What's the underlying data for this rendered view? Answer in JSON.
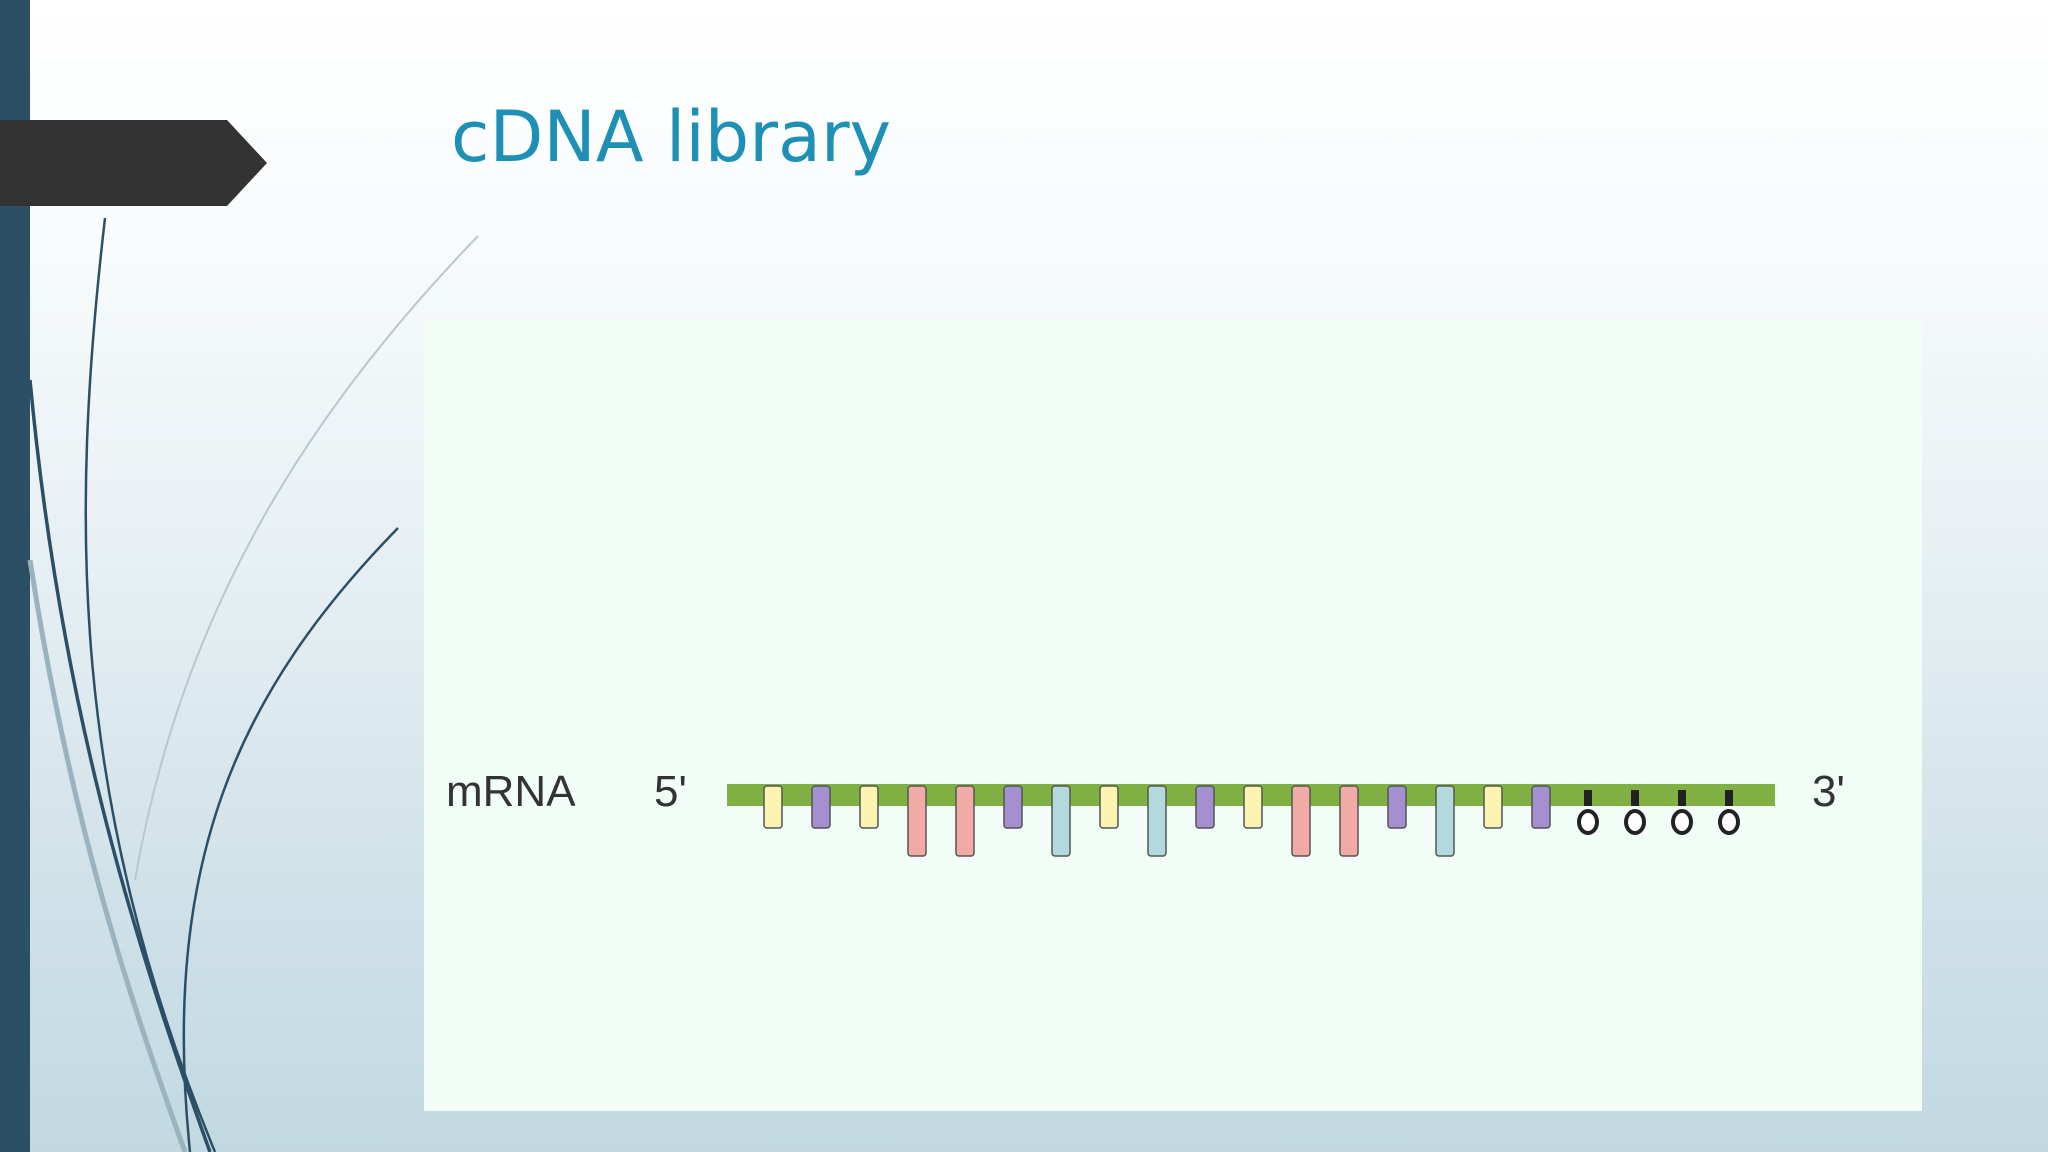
{
  "slide": {
    "title": "cDNA library"
  },
  "diagram": {
    "molecule_label": "mRNA",
    "five_prime_label": "5'",
    "three_prime_label": "3'",
    "colors": {
      "strand": "#7fb041",
      "yellow": "#fbf3b0",
      "purple": "#a48fd0",
      "pink": "#f2aaa6",
      "blue": "#b3d9dc",
      "outline": "#555555"
    },
    "bases": [
      "yellow",
      "purple",
      "yellow",
      "pink",
      "pink",
      "purple",
      "blue",
      "yellow",
      "blue",
      "purple",
      "yellow",
      "pink",
      "pink",
      "purple",
      "blue",
      "yellow",
      "purple"
    ],
    "poly_a_count": 4
  },
  "decor": {
    "left_bar_color": "#2c4f66",
    "arrow_tab_color": "#333333",
    "title_color": "#1f90b5"
  }
}
